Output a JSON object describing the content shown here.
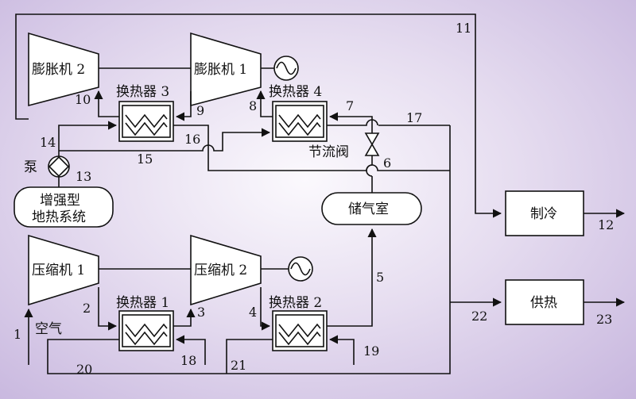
{
  "components": {
    "expander1": "膨胀机 1",
    "expander2": "膨胀机 2",
    "hx1": "换热器 1",
    "hx2": "换热器 2",
    "hx3": "换热器 3",
    "hx4": "换热器 4",
    "compressor1": "压缩机 1",
    "compressor2": "压缩机 2",
    "throttle": "节流阀",
    "storage": "储气室",
    "pump": "泵",
    "geo_line1": "增强型",
    "geo_line2": "地热系统",
    "cooling": "制冷",
    "heating": "供热",
    "air": "空气"
  },
  "streams": [
    "1",
    "2",
    "3",
    "4",
    "5",
    "6",
    "7",
    "8",
    "9",
    "10",
    "11",
    "12",
    "13",
    "14",
    "15",
    "16",
    "17",
    "18",
    "19",
    "20",
    "21",
    "22",
    "23"
  ]
}
